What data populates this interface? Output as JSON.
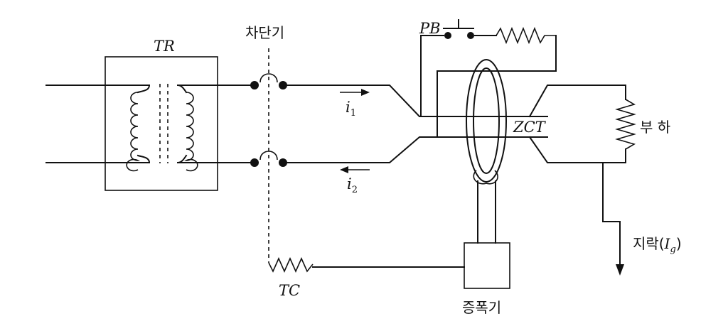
{
  "labels": {
    "transformer": "TR",
    "breaker": "차단기",
    "push_button": "PB",
    "current1_i": "i",
    "current1_sub": "1",
    "current2_i": "i",
    "current2_sub": "2",
    "zct": "ZCT",
    "load": "부 하",
    "ground_prefix": "지락(",
    "ground_I": "I",
    "ground_sub": "g",
    "ground_suffix": ")",
    "trip_coil": "TC",
    "amplifier": "증폭기"
  }
}
